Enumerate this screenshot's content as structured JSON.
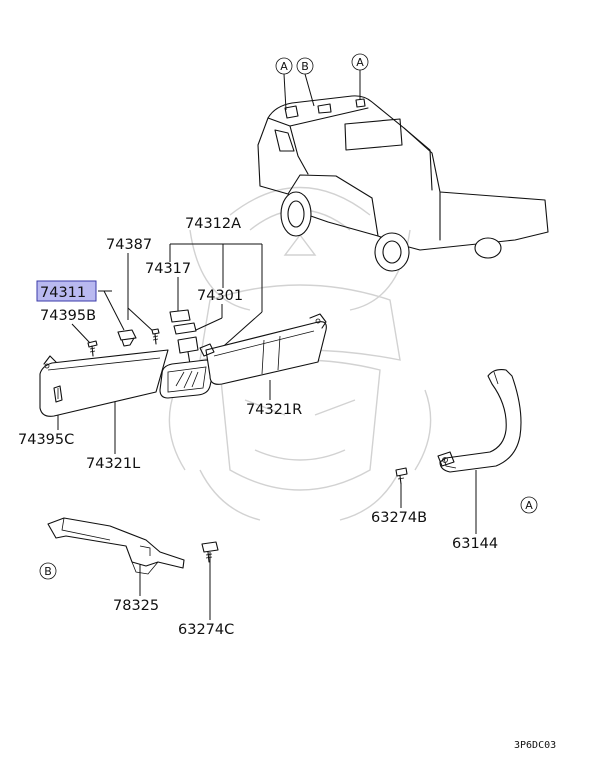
{
  "parts": {
    "p74311": "74311",
    "p74395b": "74395B",
    "p74387": "74387",
    "p74312a": "74312A",
    "p74317": "74317",
    "p74301": "74301",
    "p74395c": "74395C",
    "p74321l": "74321L",
    "p74321r": "74321R",
    "p63274b": "63274B",
    "p63144": "63144",
    "p78325": "78325",
    "p63274c": "63274C"
  },
  "callouts": {
    "a": "A",
    "b": "B"
  },
  "diagram_code": "3P6DC03",
  "colors": {
    "highlight_fill": "#b9b9f0",
    "highlight_stroke": "#3a3aa8",
    "line": "#111111",
    "watermark": "#d2d2d2"
  }
}
